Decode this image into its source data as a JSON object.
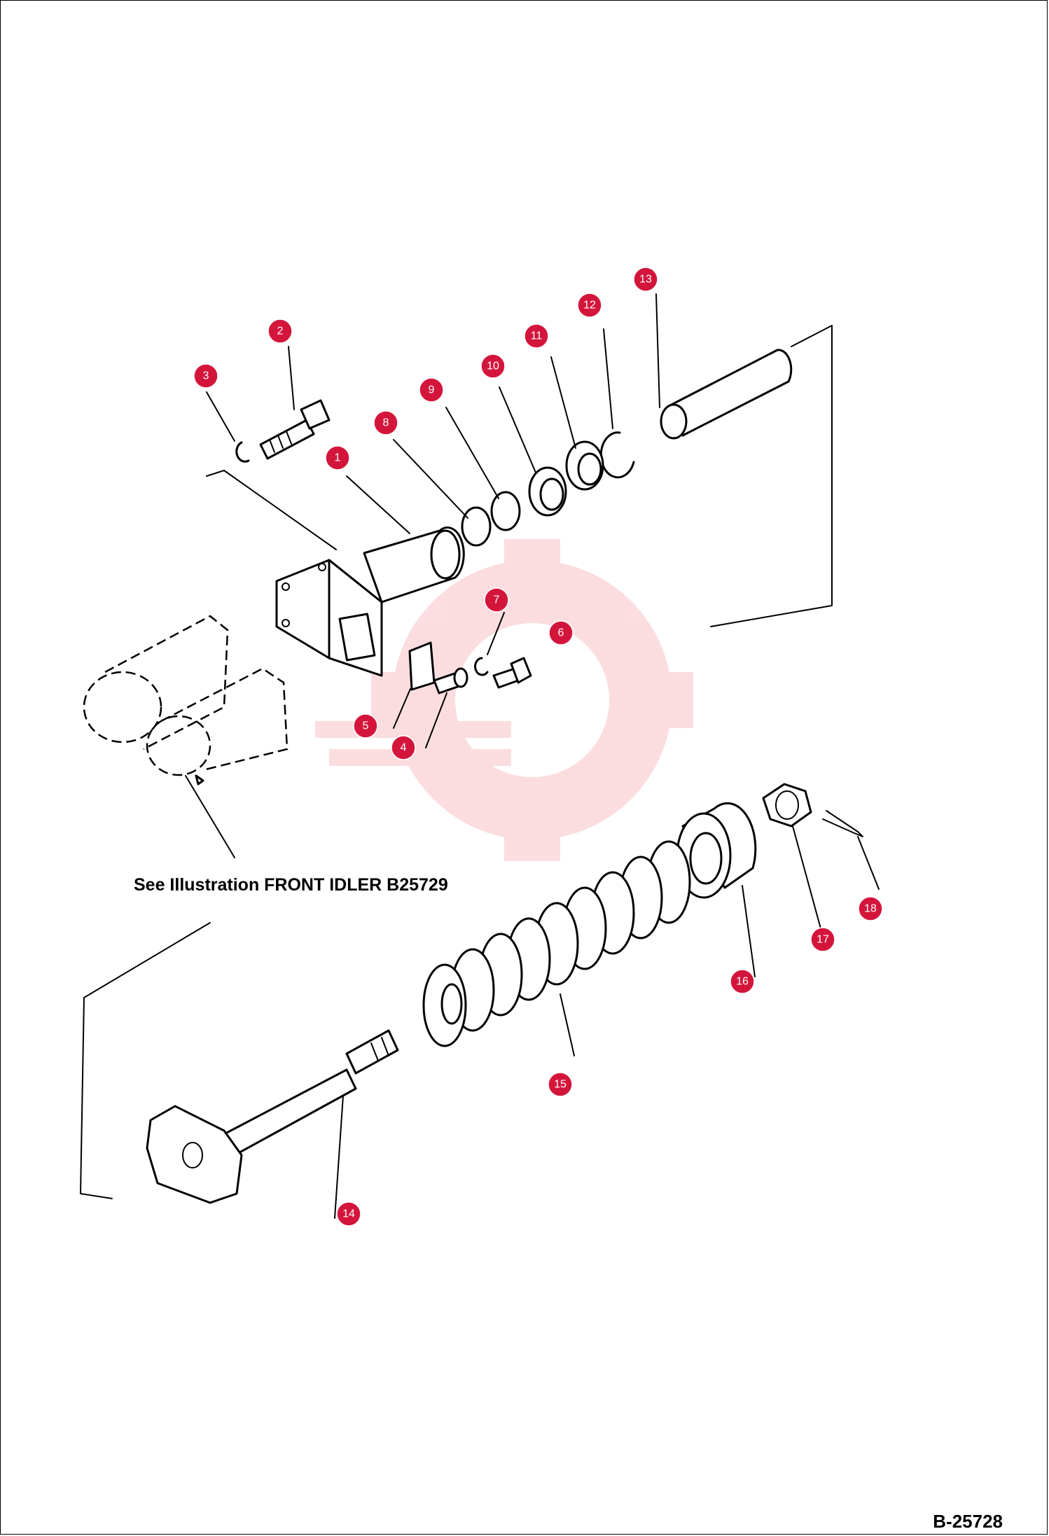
{
  "note": "See Illustration FRONT IDLER B25729",
  "drawing_code": "B-25728",
  "callout_color": "#d4153b",
  "callouts": [
    {
      "label": "1"
    },
    {
      "label": "2"
    },
    {
      "label": "3"
    },
    {
      "label": "4"
    },
    {
      "label": "5"
    },
    {
      "label": "6"
    },
    {
      "label": "7"
    },
    {
      "label": "8"
    },
    {
      "label": "9"
    },
    {
      "label": "10"
    },
    {
      "label": "11"
    },
    {
      "label": "12"
    },
    {
      "label": "13"
    },
    {
      "label": "14"
    },
    {
      "label": "15"
    },
    {
      "label": "16"
    },
    {
      "label": "17"
    },
    {
      "label": "18"
    }
  ]
}
